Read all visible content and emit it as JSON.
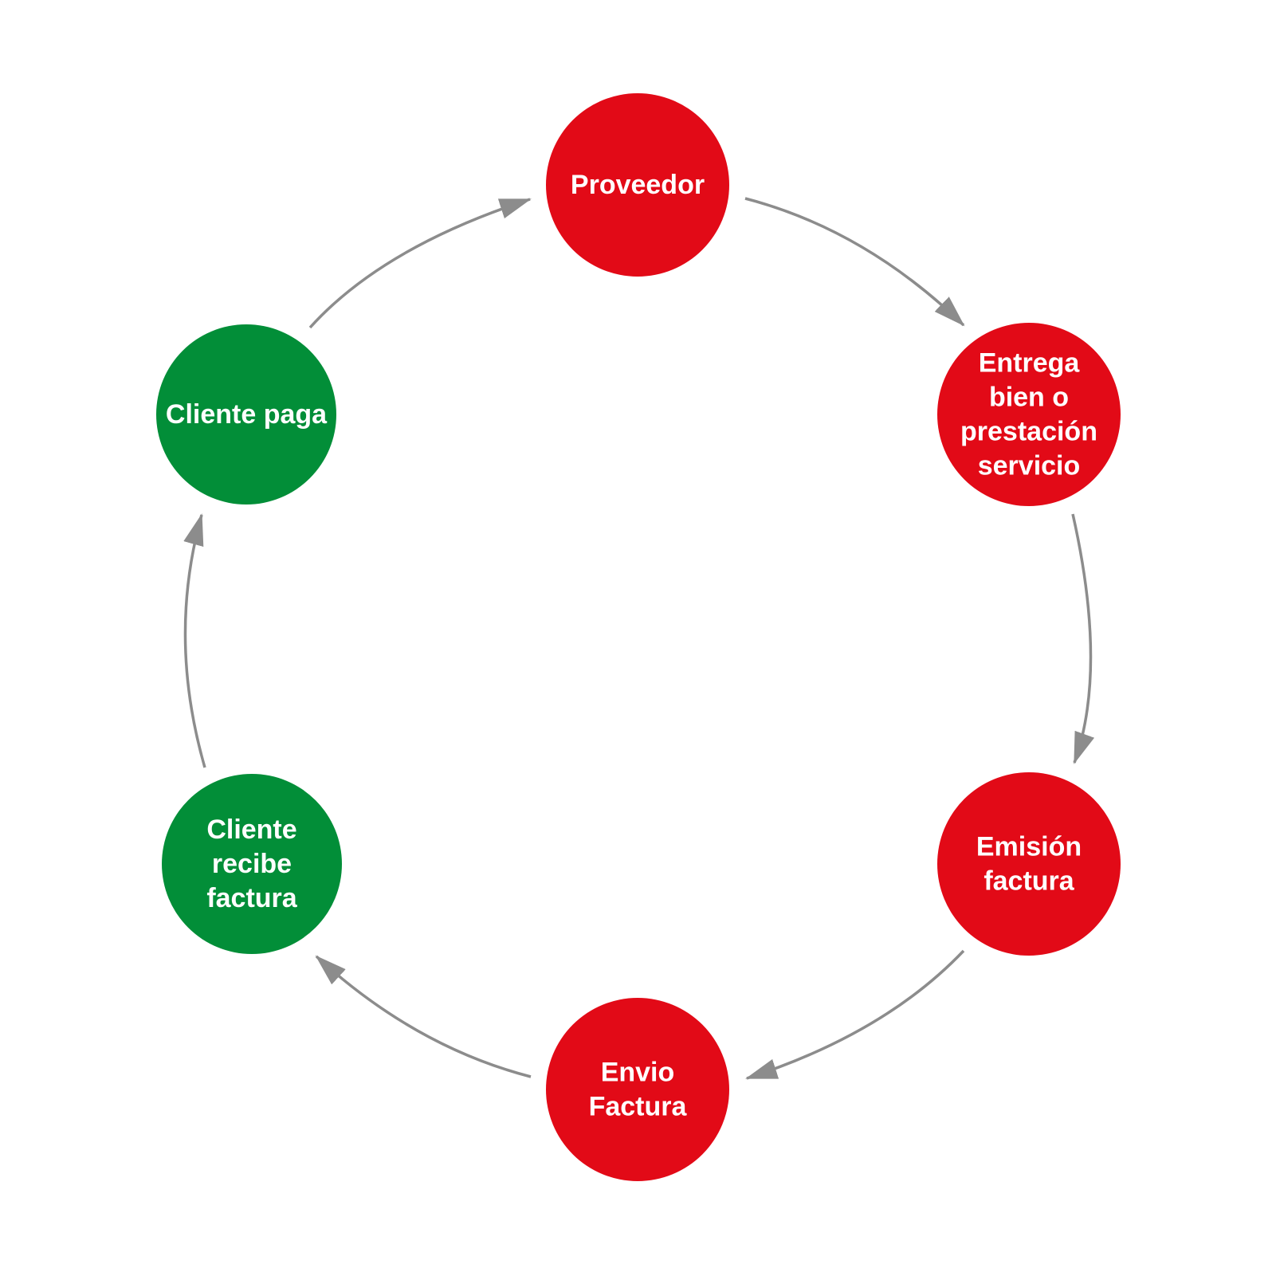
{
  "colors": {
    "supplier": "#e20a17",
    "client": "#028e38",
    "arrow": "#8c8c8c",
    "text": "#ffffff"
  },
  "nodes": [
    {
      "id": "proveedor",
      "lines": [
        "Proveedor"
      ],
      "color_key": "supplier"
    },
    {
      "id": "entrega",
      "lines": [
        "Entrega",
        "bien o",
        "prestación",
        "servicio"
      ],
      "color_key": "supplier"
    },
    {
      "id": "emision",
      "lines": [
        "Emisión",
        "factura"
      ],
      "color_key": "supplier"
    },
    {
      "id": "envio",
      "lines": [
        "Envio",
        "Factura"
      ],
      "color_key": "supplier"
    },
    {
      "id": "cliente-recibe",
      "lines": [
        "Cliente",
        "recibe",
        "factura"
      ],
      "color_key": "client"
    },
    {
      "id": "cliente-paga",
      "lines": [
        "Cliente paga"
      ],
      "color_key": "client"
    }
  ],
  "edges": [
    {
      "from": "proveedor",
      "to": "entrega"
    },
    {
      "from": "entrega",
      "to": "emision"
    },
    {
      "from": "emision",
      "to": "envio"
    },
    {
      "from": "envio",
      "to": "cliente-recibe"
    },
    {
      "from": "cliente-recibe",
      "to": "cliente-paga"
    },
    {
      "from": "cliente-paga",
      "to": "proveedor"
    }
  ]
}
